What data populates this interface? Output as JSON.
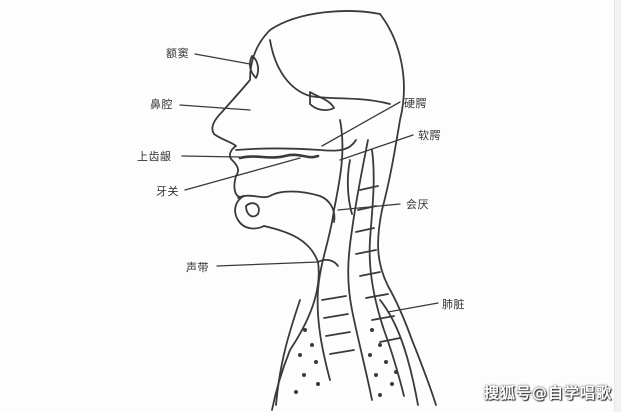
{
  "diagram": {
    "title": "",
    "labels": {
      "frontal_sinus": "额窦",
      "nasal_cavity": "鼻腔",
      "upper_gum": "上齿龈",
      "teeth": "牙关",
      "hard_palate": "硬腭",
      "soft_palate": "软腭",
      "epiglottis": "会厌",
      "vocal_cords": "声带",
      "lungs": "肺脏"
    }
  },
  "watermark": {
    "text": "搜狐号@自学唱歌"
  },
  "colors": {
    "line": "#3a3a3a",
    "background": "#fdfdfd"
  }
}
